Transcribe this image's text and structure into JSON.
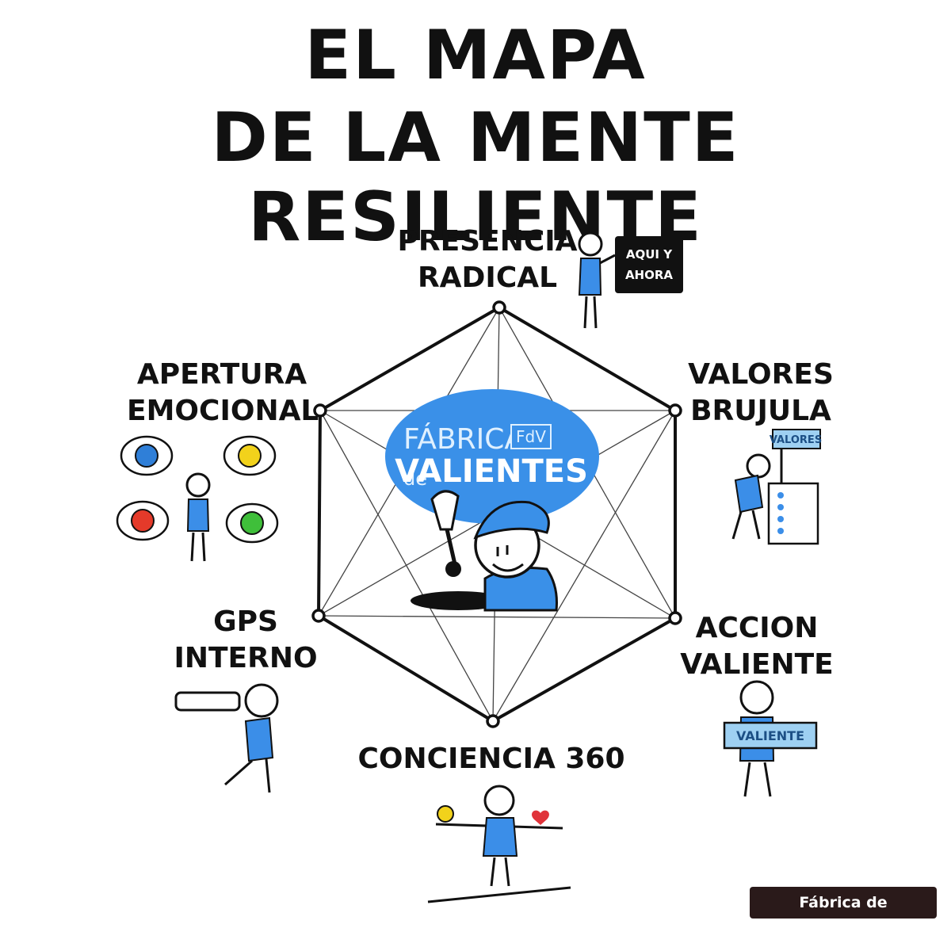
{
  "title": {
    "line1": "EL MAPA",
    "line2": "DE LA MENTE RESILIENTE"
  },
  "nodes": {
    "presencia": {
      "line1": "PRESENCIA",
      "line2": "RADICAL",
      "sign": [
        "AQUI Y",
        "AHORA"
      ]
    },
    "valores": {
      "line1": "VALORES",
      "line2": "BRUJULA",
      "sign": "VALORES"
    },
    "accion": {
      "line1": "ACCION",
      "line2": "VALIENTE",
      "sign": "VALIENTE"
    },
    "conciencia": {
      "line1": "CONCIENCIA 360"
    },
    "gps": {
      "line1": "GPS",
      "line2": "INTERNO"
    },
    "apertura": {
      "line1": "APERTURA",
      "line2": "EMOCIONAL"
    }
  },
  "logo": {
    "line1": "FÁBRICA",
    "badge": "FdV",
    "line2a": "de",
    "line2b": "VALIENTES"
  },
  "footer": "Fábrica de Valientes®",
  "colors": {
    "accent_blue": "#3b8ee8",
    "logo_blue": "#3a90e8",
    "ink": "#111111",
    "emotion_sad": "#2f7fd8",
    "emotion_happy": "#f2d21b",
    "emotion_angry": "#e43a2a",
    "emotion_calm": "#3fbf3a",
    "heart": "#e0333a"
  }
}
